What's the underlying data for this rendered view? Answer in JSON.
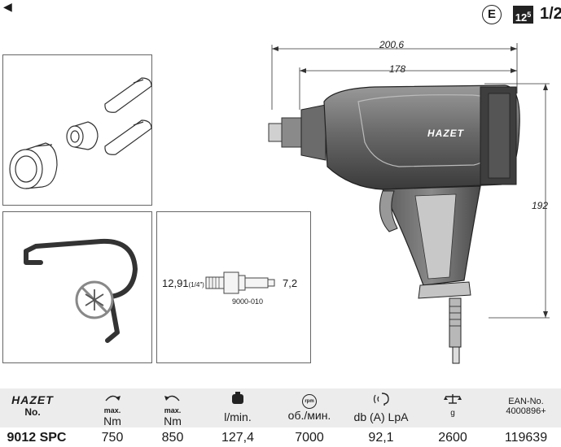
{
  "header": {
    "back_arrow": "◀",
    "energy_badge": "E",
    "drive_size_main": "12",
    "drive_size_sup": "5",
    "drive_fraction": "1/2″"
  },
  "dimensions": {
    "overall_length": "200,6",
    "body_length": "178",
    "height": "192"
  },
  "connector": {
    "left_label": "12,91",
    "left_label_fraction": "(1/4″)",
    "right_label": "7,2",
    "part_number": "9000-010"
  },
  "product": {
    "brand": "HAZET"
  },
  "table": {
    "headers": [
      {
        "main": "No.",
        "sub": ""
      },
      {
        "main": "Nm",
        "sub": "max."
      },
      {
        "main": "Nm",
        "sub": "max."
      },
      {
        "main": "l/min.",
        "sub": ""
      },
      {
        "main": "об./мин.",
        "sub": "rpm"
      },
      {
        "main": "db (A) LpA",
        "sub": ""
      },
      {
        "main": "g",
        "sub": ""
      },
      {
        "main": "EAN-No.",
        "sub": "4000896+"
      }
    ],
    "row": [
      "9012 SPC",
      "750",
      "850",
      "127,4",
      "7000",
      "92,1",
      "2600",
      "119639"
    ]
  },
  "icons": [
    "back-arrow-icon",
    "energy-e-icon",
    "drive-size-icon",
    "torque-cw-icon",
    "torque-ccw-icon",
    "air-consumption-icon",
    "rpm-icon",
    "sound-icon",
    "weight-scale-icon",
    "frost-icon"
  ]
}
